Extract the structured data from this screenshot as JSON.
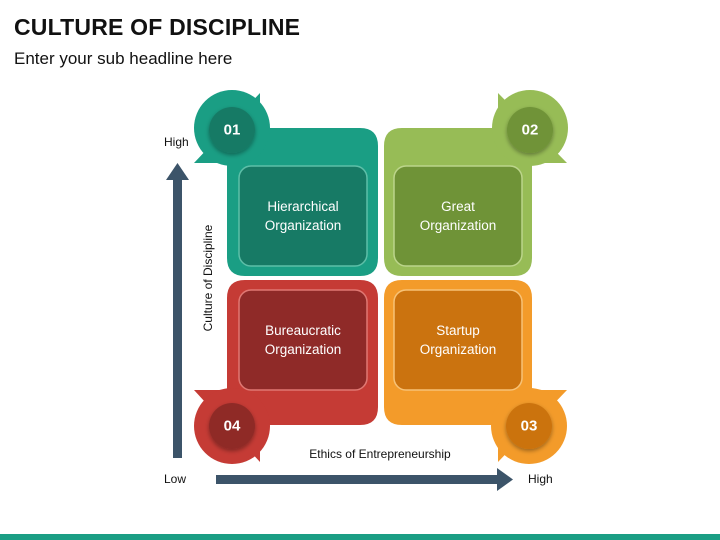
{
  "header": {
    "title": "CULTURE OF DISCIPLINE",
    "subtitle": "Enter your sub headline here"
  },
  "axes": {
    "y_title": "Culture of Discipline",
    "x_title": "Ethics of Entrepreneurship",
    "y_high": "High",
    "x_high": "High",
    "origin_low": "Low"
  },
  "quadrants": [
    {
      "number": "01",
      "line1": "Hierarchical",
      "line2": "Organization",
      "color": "#1a9e84",
      "inner": "#177a65"
    },
    {
      "number": "02",
      "line1": "Great",
      "line2": "Organization",
      "color": "#97bc56",
      "inner": "#6f9337"
    },
    {
      "number": "03",
      "line1": "Startup",
      "line2": "Organization",
      "color": "#f39b2a",
      "inner": "#cb730f"
    },
    {
      "number": "04",
      "line1": "Bureaucratic",
      "line2": "Organization",
      "color": "#c53b35",
      "inner": "#8f2a28"
    }
  ],
  "colors": {
    "axis_arrow": "#3c5469",
    "bottom_bar": "#1a9e84"
  }
}
